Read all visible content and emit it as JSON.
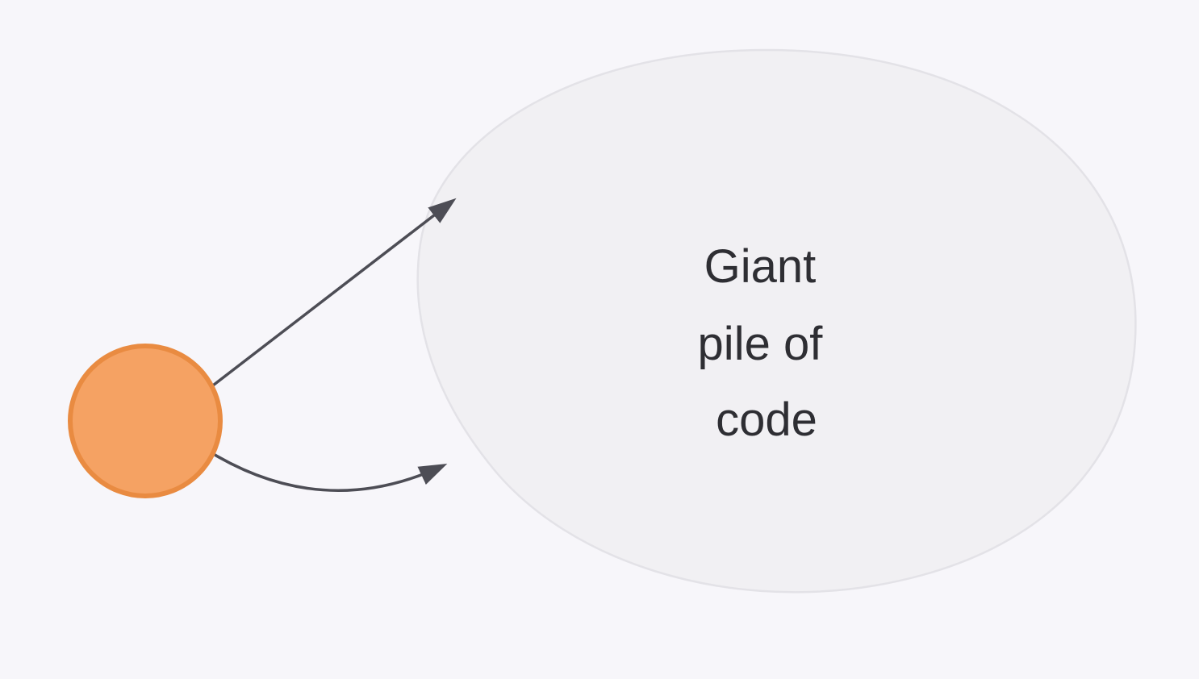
{
  "diagram": {
    "label": {
      "lines": [
        "Giant",
        "pile of",
        "code"
      ]
    }
  },
  "colors": {
    "background": "#f7f6fa",
    "blob_fill": "#f1f0f3",
    "blob_stroke": "#e3e2e7",
    "node_fill": "#f5a263",
    "node_stroke": "#e98b41",
    "arrow_color": "#4d4d55",
    "text_color": "#2e2e33"
  }
}
